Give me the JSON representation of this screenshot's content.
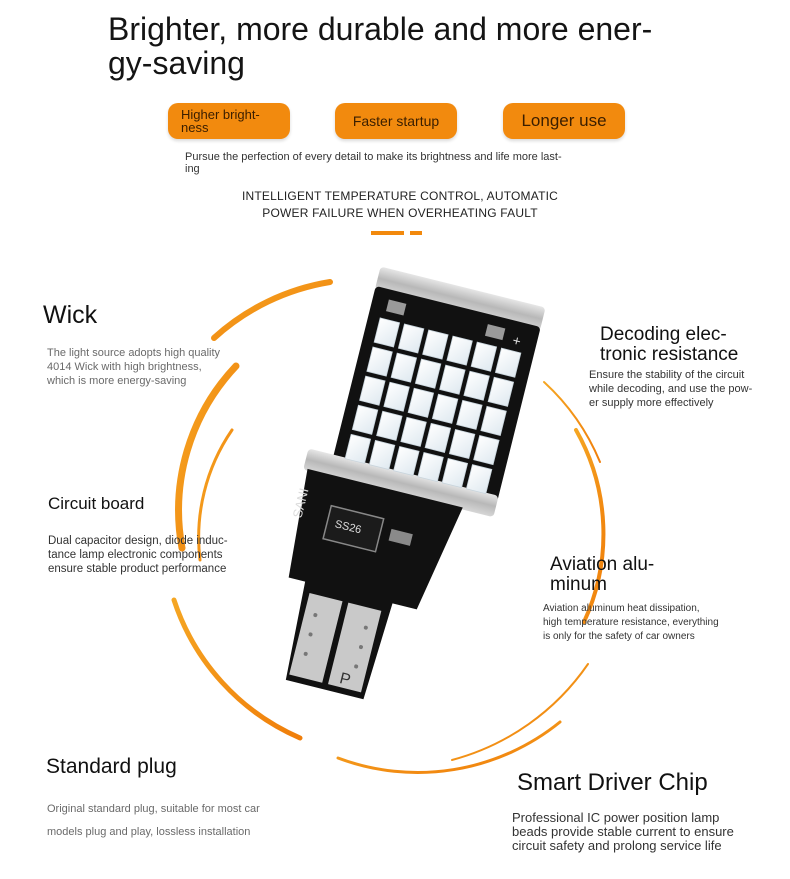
{
  "headline": {
    "line1": "Brighter, more durable and more ener-",
    "line2": "gy-saving"
  },
  "pills": [
    {
      "line1": "Higher bright-",
      "line2": "ness"
    },
    {
      "label": "Faster startup"
    },
    {
      "label": "Longer use"
    }
  ],
  "subline": {
    "line1": "Pursue the perfection of every detail to make its brightness and life more last-",
    "line2": "ing"
  },
  "caps": {
    "line1": "INTELLIGENT TEMPERATURE CONTROL, AUTOMATIC",
    "line2": "POWER FAILURE WHEN OVERHEATING FAULT"
  },
  "features": {
    "wick": {
      "title": "Wick",
      "desc": [
        "The light source adopts high quality",
        "4014 Wick with high brightness,",
        "which is more energy-saving"
      ]
    },
    "decoding": {
      "title": [
        "Decoding elec-",
        "tronic resistance"
      ],
      "desc": [
        "Ensure the stability of the circuit",
        "while decoding, and use the pow-",
        "er supply more effectively"
      ]
    },
    "circuit": {
      "title": "Circuit board",
      "desc": [
        "Dual capacitor design, diode induc-",
        "tance lamp electronic components",
        "ensure stable product performance"
      ]
    },
    "aviation": {
      "title": [
        "Aviation alu-",
        "minum"
      ],
      "desc": [
        "Aviation aluminum heat dissipation,",
        "high temperature resistance, everything",
        "is only for the safety of car owners"
      ]
    },
    "plug": {
      "title": "Standard plug",
      "desc": [
        "Original standard plug, suitable for most car",
        "models plug and play, lossless installation"
      ]
    },
    "chip": {
      "title": "Smart Driver Chip",
      "desc": [
        "Professional IC power position lamp",
        "beads provide stable current to ensure",
        "circuit safety and prolong service life"
      ]
    }
  },
  "board": {
    "silk_brand": "SANI",
    "silk_chip": "SS26",
    "silk_plus": "+",
    "silk_p": "P"
  },
  "colors": {
    "accent": "#f28a0e",
    "board": "#111111",
    "led": "#eef4f8"
  }
}
